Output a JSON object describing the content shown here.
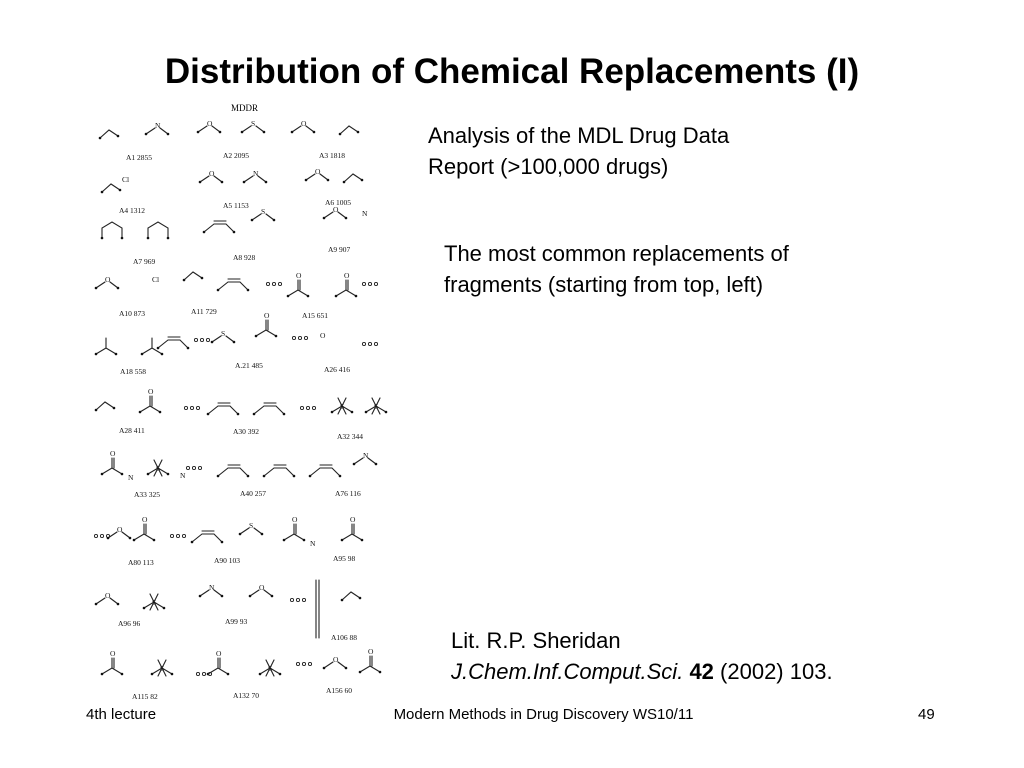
{
  "slide": {
    "title": "Distribution of Chemical Replacements (I)"
  },
  "figure": {
    "heading": "MDDR",
    "labels": [
      "A1 2855",
      "A2 2095",
      "A3 1818",
      "A4 1312",
      "A5 1153",
      "A6 1005",
      "A7 969",
      "A8 928",
      "A9 907",
      "A10 873",
      "A11 729",
      "A15 651",
      "A18 558",
      "A.21 485",
      "A26 416",
      "A28 411",
      "A30 392",
      "A32 344",
      "A33 325",
      "A40 257",
      "A76 116",
      "A80 113",
      "A90 103",
      "A95 98",
      "A96 96",
      "A99 93",
      "A106 88",
      "A115 82",
      "A132 70",
      "A156 60"
    ]
  },
  "content": {
    "analysis_line1": "Analysis of the MDL Drug Data",
    "analysis_line2": "Report (>100,000 drugs)",
    "common_line1": "The most common replacements of",
    "common_line2": "fragments (starting from top, left)",
    "reference_line1": "Lit. R.P. Sheridan",
    "reference_journal": "J.Chem.Inf.Comput.Sci.",
    "reference_volume": "42",
    "reference_rest": " (2002) 103."
  },
  "footer": {
    "left": "4th lecture",
    "center": "Modern Methods in Drug Discovery WS10/11",
    "page": "49"
  }
}
